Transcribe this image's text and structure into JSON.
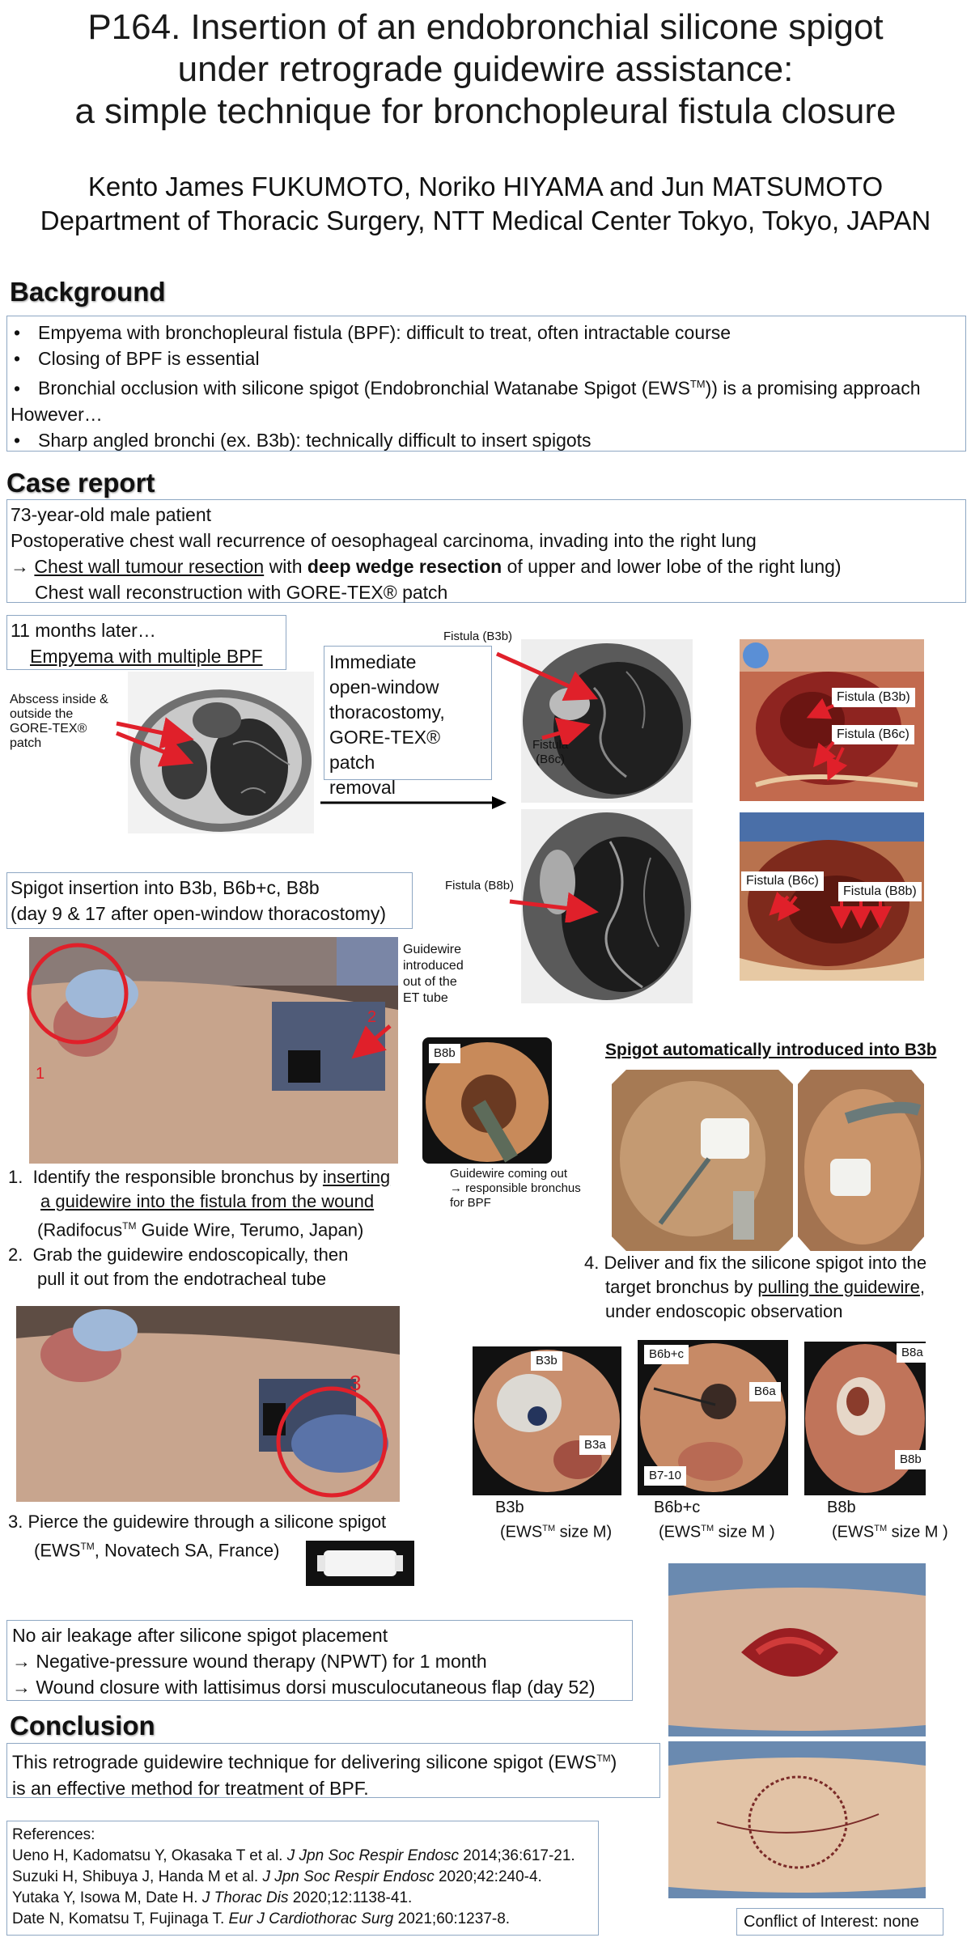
{
  "title": {
    "line1": "P164. Insertion of an endobronchial silicone spigot",
    "line2": "under retrograde guidewire assistance:",
    "line3": "a simple technique for bronchopleural fistula closure"
  },
  "authors": {
    "names": "Kento James FUKUMOTO, Noriko HIYAMA and Jun MATSUMOTO",
    "affiliation": "Department of Thoracic Surgery, NTT Medical Center Tokyo, Tokyo, JAPAN"
  },
  "background": {
    "heading": "Background",
    "b1": "Empyema with bronchopleural fistula (BPF): difficult to treat, often intractable course",
    "b2": "Closing of BPF is essential",
    "b3": "Bronchial occlusion with silicone spigot (Endobronchial Watanabe Spigot (EWS",
    "b3_sup": "TM",
    "b3_end": ")) is a promising approach",
    "however": "However…",
    "b4": "Sharp angled bronchi (ex. B3b): technically difficult to insert spigots"
  },
  "case": {
    "heading": "Case report",
    "l1": "73-year-old male patient",
    "l2": "Postoperative chest wall recurrence of oesophageal carcinoma, invading into the right lung",
    "l3_arrow": "→ ",
    "l3_a": "Chest wall tumour resection",
    "l3_b": " with ",
    "l3_c": "deep wedge resection",
    "l3_d": " of upper and lower lobe of the right lung)",
    "l4": "Chest wall reconstruction with GORE-TEX® patch"
  },
  "later": {
    "l1": "11 months later…",
    "l2": "Empyema with multiple BPF"
  },
  "abscess_label": "Abscess inside & outside the GORE-TEX® patch",
  "immediate": {
    "l1": "Immediate",
    "l2": "open-window",
    "l3": "thoracostomy,",
    "l4": "GORE-TEX® patch",
    "l5": "removal"
  },
  "ct_labels": {
    "fistula_b3b": "Fistula (B3b)",
    "fistula_b6c_a": "Fistula",
    "fistula_b6c_b": "(B6c)",
    "fistula_b8b": "Fistula (B8b)"
  },
  "photo_tags": {
    "b3b": "Fistula (B3b)",
    "b6c": "Fistula (B6c)",
    "b6c_2": "Fistula (B6c)",
    "b8b": "Fistula (B8b)"
  },
  "spigot_insertion": {
    "l1": "Spigot insertion into B3b, B6b+c, B8b",
    "l2": "(day 9 & 17 after open-window thoracostomy)"
  },
  "guidewire_note": {
    "l1": "Guidewire",
    "l2": "introduced",
    "l3": "out of the",
    "l4": "ET tube"
  },
  "markers": {
    "one": "1",
    "two": "2",
    "three": "3"
  },
  "endo_b8b": "B8b",
  "guidewire_out": {
    "l1": "Guidewire coming out",
    "l2": "→ responsible bronchus",
    "l3": "for BPF"
  },
  "auto_heading": "Spigot automatically introduced into B3b",
  "steps": {
    "s1_num": "1.",
    "s1_a": "Identify the responsible bronchus by ",
    "s1_b": "inserting",
    "s1_c": "a guidewire into the fistula from the wound",
    "s1_d": "(Radifocus",
    "s1_sup": "TM",
    "s1_e": " Guide Wire, Terumo, Japan)",
    "s2_num": "2.",
    "s2_a": "Grab the guidewire endoscopically, then",
    "s2_b": "pull it out from the endotracheal tube",
    "s3_a": "3. Pierce the guidewire through a silicone spigot",
    "s3_b": "(EWS",
    "s3_sup": "TM",
    "s3_c": ", Novatech SA, France)",
    "s4_a": "4. Deliver and fix the silicone spigot into the",
    "s4_b": "target bronchus by ",
    "s4_c": "pulling the guidewire",
    "s4_d": ",",
    "s4_e": "under endoscopic observation"
  },
  "endo_tags": {
    "b3b": "B3b",
    "b3a": "B3a",
    "b6bc": "B6b+c",
    "b6a": "B6a",
    "b710": "B7-10",
    "b8a": "B8a",
    "b8b": "B8b"
  },
  "endo_caps": {
    "c1a": "B3b",
    "c1b": "(EWS",
    "c2a": "B6b+c",
    "c2b": "(EWS",
    "c3a": "B8b",
    "c3b": "(EWS",
    "sup": "TM",
    "size1": " size M)",
    "size2": " size M )",
    "size3": " size M )"
  },
  "outcome": {
    "l1": "No air leakage after silicone spigot placement",
    "l2": "→ Negative-pressure wound therapy (NPWT) for 1 month",
    "l3": "→ Wound closure with lattisimus dorsi musculocutaneous flap (day 52)"
  },
  "conclusion": {
    "heading": "Conclusion",
    "l1a": "This retrograde guidewire technique for delivering silicone spigot (EWS",
    "sup": "TM",
    "l1b": ")",
    "l2": "is an effective method for treatment of BPF."
  },
  "references": {
    "heading": "References:",
    "r1a": "Ueno H, Kadomatsu Y, Okasaka T et al. ",
    "r1j": "J Jpn Soc Respir Endosc",
    "r1b": " 2014;36:617-21.",
    "r2a": "Suzuki H, Shibuya J, Handa M et al. ",
    "r2j": "J Jpn Soc Respir Endosc",
    "r2b": " 2020;42:240-4.",
    "r3a": "Yutaka Y, Isowa M, Date H. ",
    "r3j": "J Thorac Dis",
    "r3b": " 2020;12:1138-41.",
    "r4a": "Date N, Komatsu T, Fujinaga T. ",
    "r4j": "Eur J Cardiothorac Surg",
    "r4b": " 2021;60:1237-8."
  },
  "coi": "Conflict of Interest: none",
  "colors": {
    "accent_red": "#e0202a",
    "box_border": "#8ea7c3"
  }
}
